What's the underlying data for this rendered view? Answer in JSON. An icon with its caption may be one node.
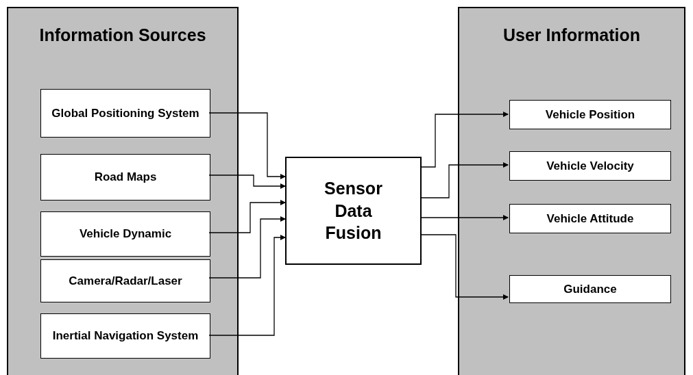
{
  "diagram": {
    "nodes": [
      {
        "text": [
          "Information Sources"
        ]
      },
      {
        "text": [
          "Global Positioning System"
        ],
        "in": 0
      },
      {
        "text": [
          "Road Maps"
        ],
        "in": 0
      },
      {
        "text": [
          "Vehicle Dynamic"
        ],
        "in": 0
      },
      {
        "text": [
          "Camera/Radar/Laser"
        ],
        "in": 0
      },
      {
        "text": [
          "Inertial Navigation System"
        ],
        "in": 0
      },
      {
        "text": [
          "Sensor Data Fusion"
        ]
      },
      {
        "text": [
          "User Information"
        ]
      },
      {
        "text": [
          "Vehicle Position"
        ],
        "in": 7
      },
      {
        "text": [
          "Vehicle Velocity"
        ],
        "in": 7
      },
      {
        "text": [
          "Vehicle Attitude"
        ],
        "in": 7
      },
      {
        "text": [
          "Guidance"
        ],
        "in": 7
      }
    ],
    "edges": [
      {
        "from": 1,
        "to": 6,
        "arrow": "to"
      },
      {
        "from": 2,
        "to": 6,
        "arrow": "to"
      },
      {
        "from": 3,
        "to": 6,
        "arrow": "to"
      },
      {
        "from": 4,
        "to": 6,
        "arrow": "to"
      },
      {
        "from": 5,
        "to": 6,
        "arrow": "to"
      },
      {
        "from": 6,
        "to": 8,
        "arrow": "to"
      },
      {
        "from": 6,
        "to": 9,
        "arrow": "to"
      },
      {
        "from": 6,
        "to": 10,
        "arrow": "to"
      },
      {
        "from": 6,
        "to": 11,
        "arrow": "to"
      }
    ]
  }
}
